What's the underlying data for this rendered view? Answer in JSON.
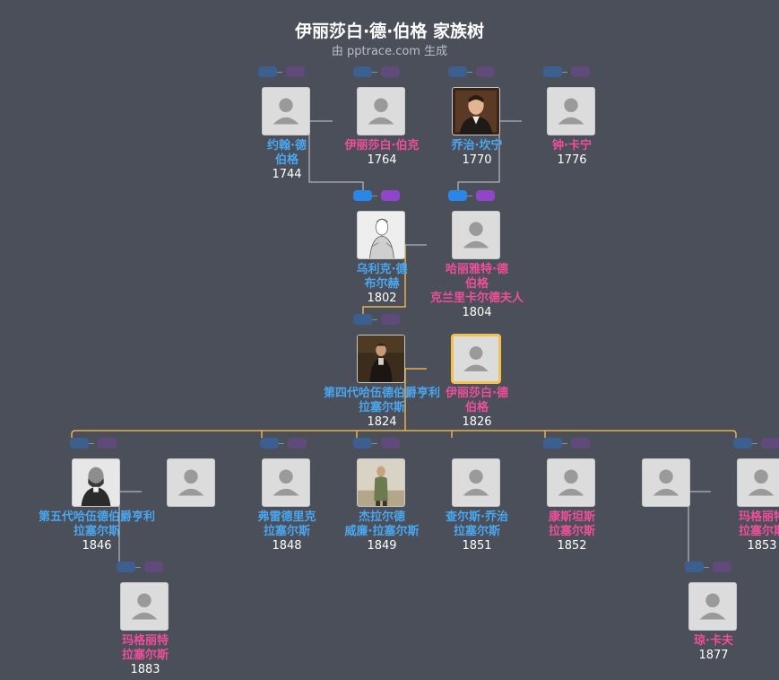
{
  "header": {
    "title": "伊丽莎白·德·伯格 家族树",
    "subtitle": "由 pptrace.com 生成"
  },
  "people": [
    {
      "id": "john",
      "name": "约翰·德\n伯格",
      "year": "1744",
      "gender": "male",
      "photo": false
    },
    {
      "id": "elizabeth-burke",
      "name": "伊丽莎白·伯克",
      "year": "1764",
      "gender": "female",
      "photo": false
    },
    {
      "id": "george-canning",
      "name": "乔治·坎宁",
      "year": "1770",
      "gender": "male",
      "photo": true
    },
    {
      "id": "joan-canning",
      "name": "钟·卡宁",
      "year": "1776",
      "gender": "female",
      "photo": false
    },
    {
      "id": "ulick",
      "name": "乌利克·德\n布尔赫",
      "year": "1802",
      "gender": "male",
      "photo": true
    },
    {
      "id": "harriet",
      "name": "哈丽雅特·德\n伯格\n克兰里卡尔德夫人",
      "year": "1804",
      "gender": "female",
      "photo": false
    },
    {
      "id": "henry-4th",
      "name": "第四代哈伍德伯爵亨利\n拉塞尔斯",
      "year": "1824",
      "gender": "male",
      "photo": true
    },
    {
      "id": "elizabeth",
      "name": "伊丽莎白·德\n伯格",
      "year": "1826",
      "gender": "female",
      "photo": false,
      "highlight": true
    },
    {
      "id": "henry-5th",
      "name": "第五代哈伍德伯爵亨利\n拉塞尔斯",
      "year": "1846",
      "gender": "male",
      "photo": true
    },
    {
      "id": "henry-5th-spouse",
      "name": "",
      "year": "",
      "gender": "female",
      "photo": false
    },
    {
      "id": "frederick",
      "name": "弗雷德里克\n拉塞尔斯",
      "year": "1848",
      "gender": "male",
      "photo": false
    },
    {
      "id": "gerald",
      "name": "杰拉尔德\n威廉·拉塞尔斯",
      "year": "1849",
      "gender": "male",
      "photo": true
    },
    {
      "id": "charles",
      "name": "查尔斯·乔治\n拉塞尔斯",
      "year": "1851",
      "gender": "male",
      "photo": false
    },
    {
      "id": "constance",
      "name": "康斯坦斯\n拉塞尔斯",
      "year": "1852",
      "gender": "female",
      "photo": false
    },
    {
      "id": "margaret-spouse",
      "name": "",
      "year": "",
      "gender": "male",
      "photo": false
    },
    {
      "id": "margaret-1853",
      "name": "玛格丽特\n拉塞尔斯",
      "year": "1853",
      "gender": "female",
      "photo": false
    },
    {
      "id": "margaret-1883",
      "name": "玛格丽特\n拉塞尔斯",
      "year": "1883",
      "gender": "female",
      "photo": false
    },
    {
      "id": "joan-carr",
      "name": "琼·卡夫",
      "year": "1877",
      "gender": "female",
      "photo": false
    }
  ]
}
